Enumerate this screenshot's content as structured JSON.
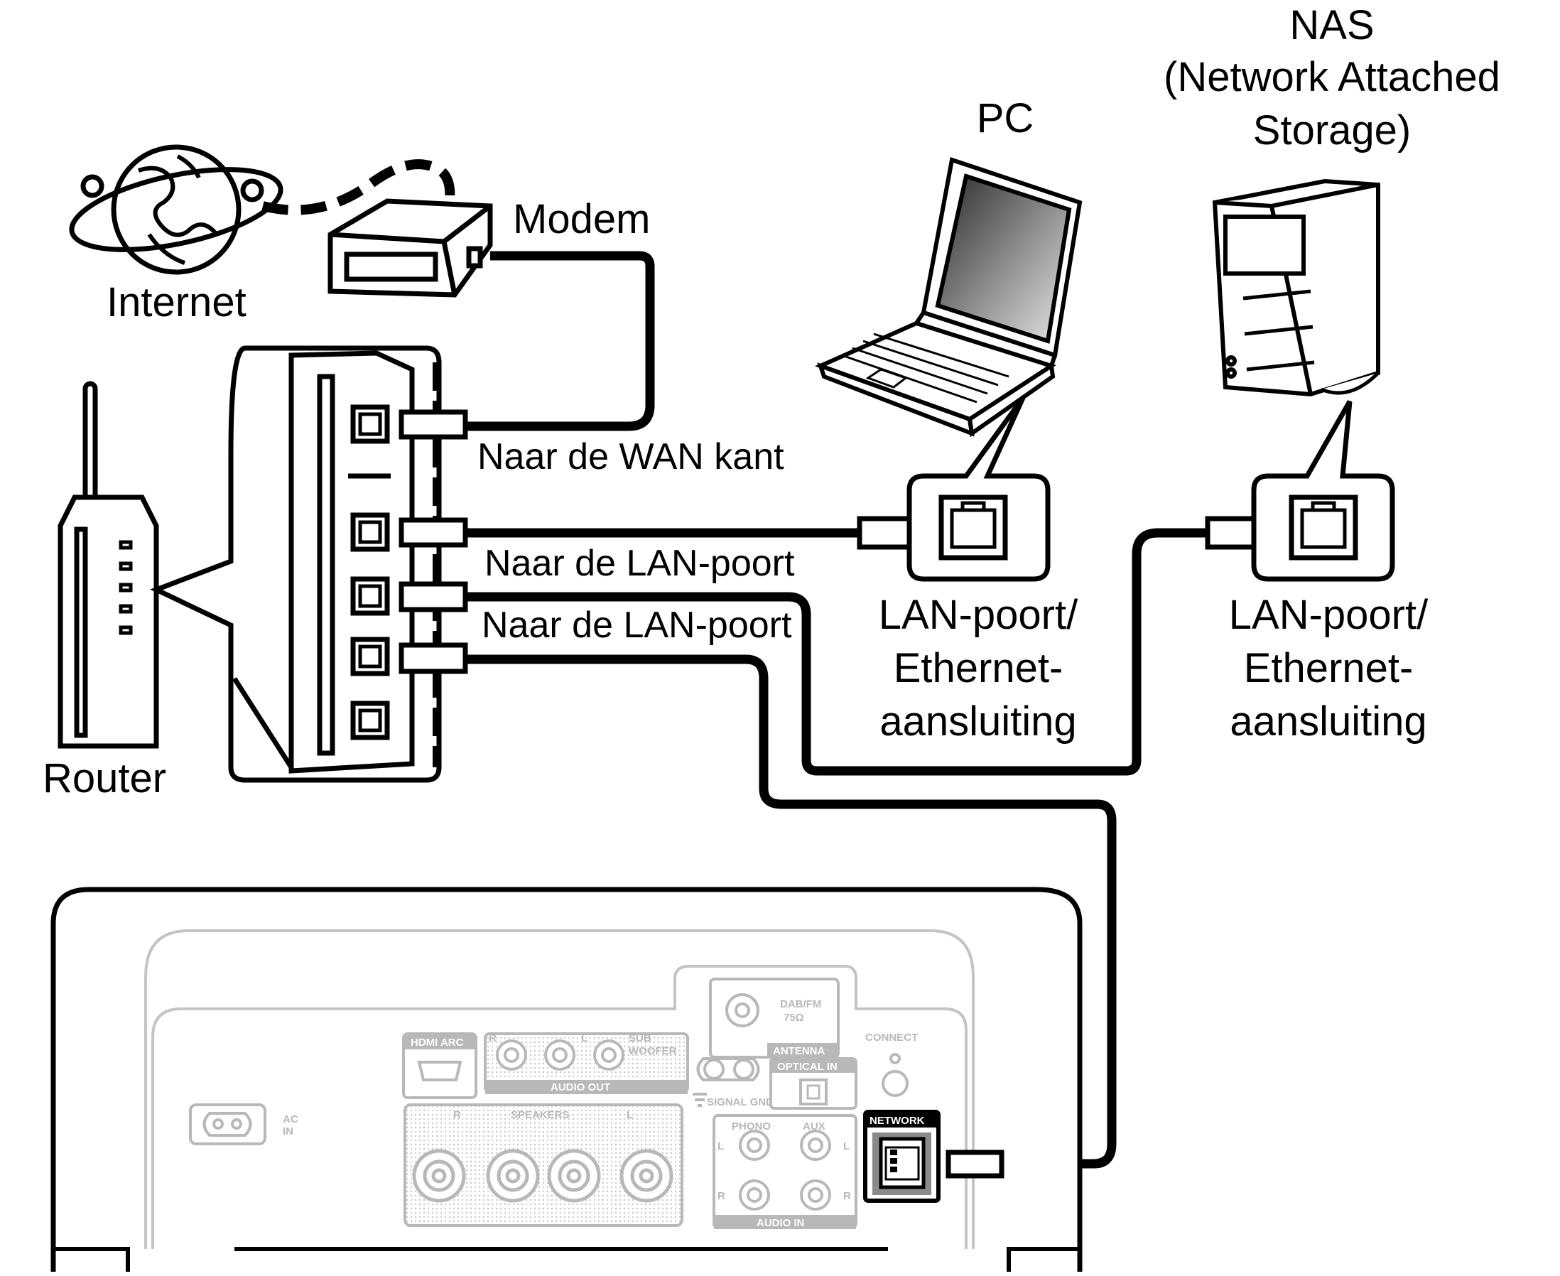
{
  "labels": {
    "internet": "Internet",
    "modem": "Modem",
    "router": "Router",
    "pc": "PC",
    "nas_line1": "NAS",
    "nas_line2": "(Network Attached",
    "nas_line3": "Storage)",
    "wan": "Naar de WAN kant",
    "lan1": "Naar de LAN-poort",
    "lan2": "Naar de LAN-poort",
    "pc_port_line1": "LAN-poort/",
    "pc_port_line2": "Ethernet-",
    "pc_port_line3": "aansluiting",
    "nas_port_line1": "LAN-poort/",
    "nas_port_line2": "Ethernet-",
    "nas_port_line3": "aansluiting"
  },
  "panel": {
    "hdmi_arc": "HDMI ARC",
    "audio_out": "AUDIO OUT",
    "sub_woofer_1": "SUB",
    "sub_woofer_2": "WOOFER",
    "ch_r": "R",
    "ch_l": "L",
    "dab_fm": "DAB/FM",
    "ohm": "75Ω",
    "antenna": "ANTENNA",
    "connect": "CONNECT",
    "optical_in": "OPTICAL IN",
    "signal_gnd": "SIGNAL GND",
    "ac_in_1": "AC",
    "ac_in_2": "IN",
    "speakers": "SPEAKERS",
    "phono": "PHONO",
    "aux": "AUX",
    "audio_in": "AUDIO IN",
    "network": "NETWORK"
  },
  "colors": {
    "line": "#000000",
    "panel_gray": "#b8b8b8",
    "network_badge": "#3a3a3a"
  }
}
